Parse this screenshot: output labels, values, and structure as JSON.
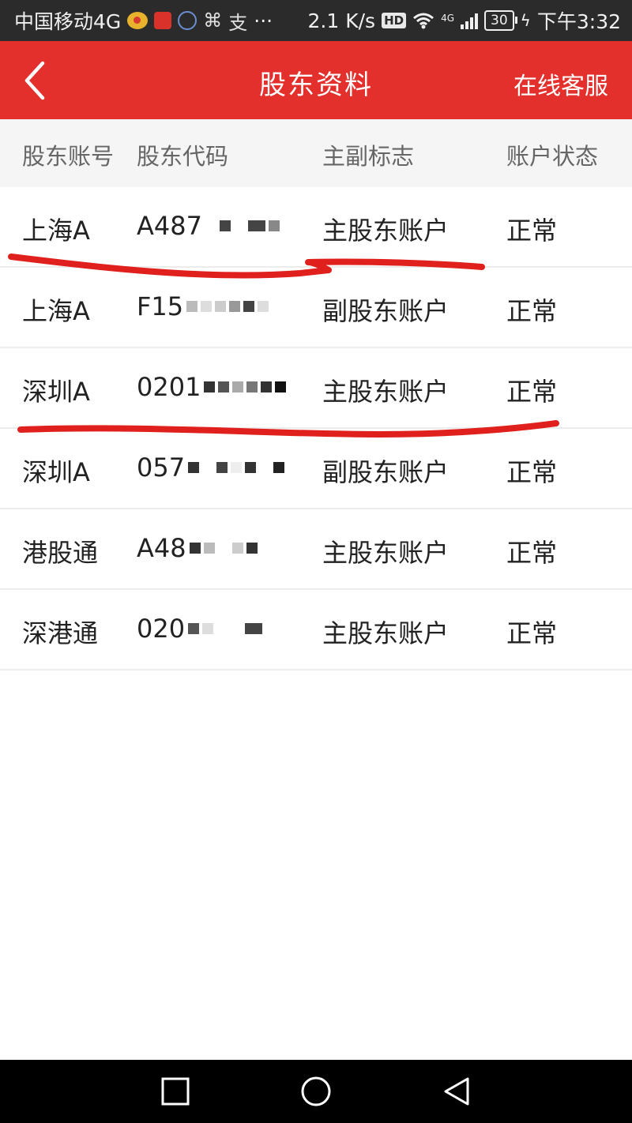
{
  "status_bar": {
    "carrier": "中国移动4G",
    "speed": "2.1 K/s",
    "hd": "HD",
    "network": "4G",
    "battery": "30",
    "time": "下午3:32",
    "more": "···"
  },
  "navbar": {
    "back_icon": "chevron-left-icon",
    "title": "股东资料",
    "right_action": "在线客服"
  },
  "table": {
    "headers": [
      "股东账号",
      "股东代码",
      "主副标志",
      "账户状态"
    ],
    "rows": [
      {
        "account": "上海A",
        "code": "A487",
        "flag": "主股东账户",
        "status": "正常"
      },
      {
        "account": "上海A",
        "code": "F15",
        "flag": "副股东账户",
        "status": "正常"
      },
      {
        "account": "深圳A",
        "code": "0201",
        "flag": "主股东账户",
        "status": "正常"
      },
      {
        "account": "深圳A",
        "code": "057",
        "flag": "副股东账户",
        "status": "正常"
      },
      {
        "account": "港股通",
        "code": "A48",
        "flag": "主股东账户",
        "status": "正常"
      },
      {
        "account": "深港通",
        "code": "020",
        "flag": "主股东账户",
        "status": "正常"
      }
    ]
  },
  "colors": {
    "brand_red": "#e3302d",
    "marker_red": "#e0201c",
    "header_bg": "#f5f5f5"
  },
  "system_nav": {
    "recent": "square-icon",
    "home": "circle-icon",
    "back": "triangle-back-icon"
  }
}
